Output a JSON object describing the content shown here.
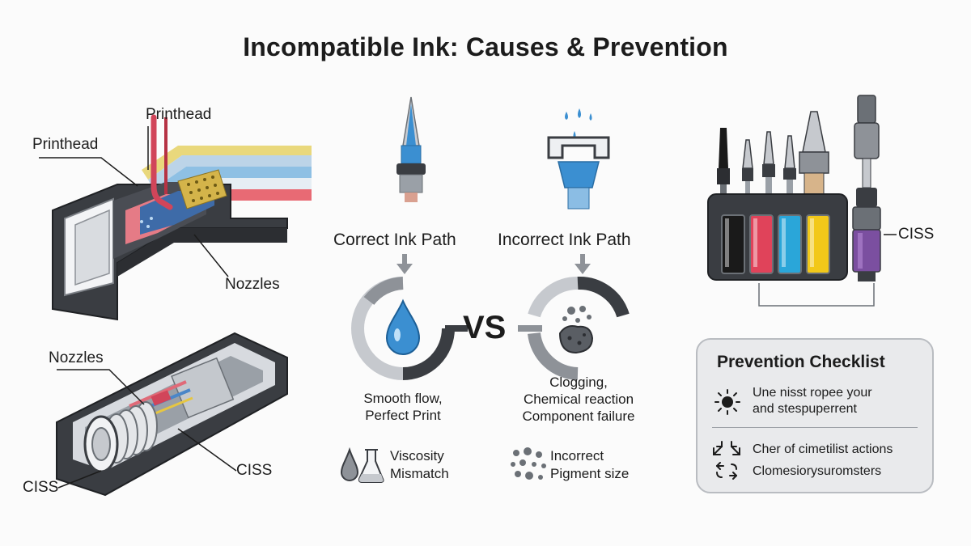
{
  "title": "Incompatible Ink: Causes & Prevention",
  "left_panel": {
    "top_cartridge": {
      "label_printhead_top": "Printhead",
      "label_printhead_left": "Printhead",
      "label_nozzles": "Nozzles"
    },
    "bottom_cartridge": {
      "label_nozzles": "Nozzles",
      "label_ciss_right": "CISS",
      "label_ciss_left": "CISS"
    }
  },
  "comparison": {
    "correct_label": "Correct Ink Path",
    "incorrect_label": "Incorrect Ink Path",
    "vs_label": "VS",
    "correct_caption": [
      "Smooth flow,",
      "Perfect Print"
    ],
    "incorrect_caption": [
      "Clogging,",
      "Chemical reaction",
      "Component failure"
    ],
    "note_viscosity": [
      "Viscosity",
      "Mismatch"
    ],
    "note_pigment": [
      "Incorrect",
      "Pigment size"
    ]
  },
  "ciss": {
    "label": "CISS",
    "tank_colors": [
      "#1a1a1a",
      "#e0435a",
      "#2aa6d9",
      "#f2c81a"
    ],
    "ciss_color": "#7b4fa0"
  },
  "checklist": {
    "title": "Prevention Checklist",
    "item1": [
      "Une nisst ropee your",
      "and stespuperrent"
    ],
    "item2": "Cher of cimetilist actions",
    "item3": "Clomesiorysuromsters"
  },
  "colors": {
    "ink_blue": "#3b8fd1",
    "dark_gray": "#3a3d42",
    "mid_gray": "#8e9298"
  }
}
